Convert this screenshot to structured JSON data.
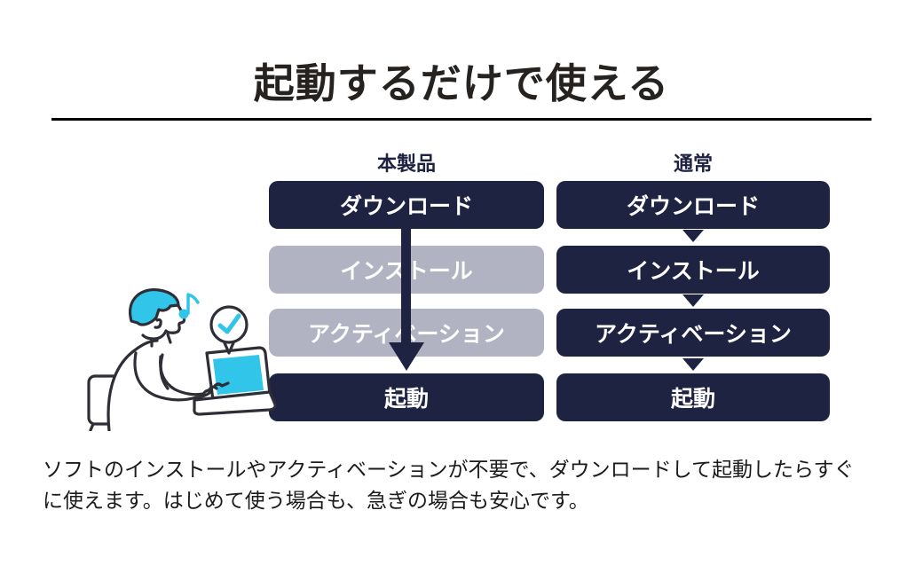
{
  "title": {
    "text": "起動するだけで使える"
  },
  "colors": {
    "navy": "#1f2342",
    "inactive_gray": "#b1b3c2",
    "accent_cyan": "#31c5e9",
    "underline_black": "#000000",
    "title_text": "#262220",
    "body_text": "#1b1b1b",
    "box_text": "#ffffff",
    "line_ink": "#2e2e36"
  },
  "comparison": {
    "product_column": {
      "header": "本製品",
      "steps": [
        {
          "label": "ダウンロード",
          "state": "active"
        },
        {
          "label": "インストール",
          "state": "skipped"
        },
        {
          "label": "アクティベーション",
          "state": "skipped"
        },
        {
          "label": "起動",
          "state": "active"
        }
      ]
    },
    "normal_column": {
      "header": "通常",
      "steps": [
        {
          "label": "ダウンロード",
          "state": "active"
        },
        {
          "label": "インストール",
          "state": "active"
        },
        {
          "label": "アクティベーション",
          "state": "active"
        },
        {
          "label": "起動",
          "state": "active"
        }
      ]
    }
  },
  "description": "ソフトのインストールやアクティベーションが不要で、ダウンロードして起動したらすぐ\nに使えます。はじめて使う場合も、急ぎの場合も安心です。",
  "illustration": {
    "subject": "person-listening-music-using-laptop",
    "icons": [
      "music-note-icon",
      "check-bubble-icon"
    ]
  }
}
